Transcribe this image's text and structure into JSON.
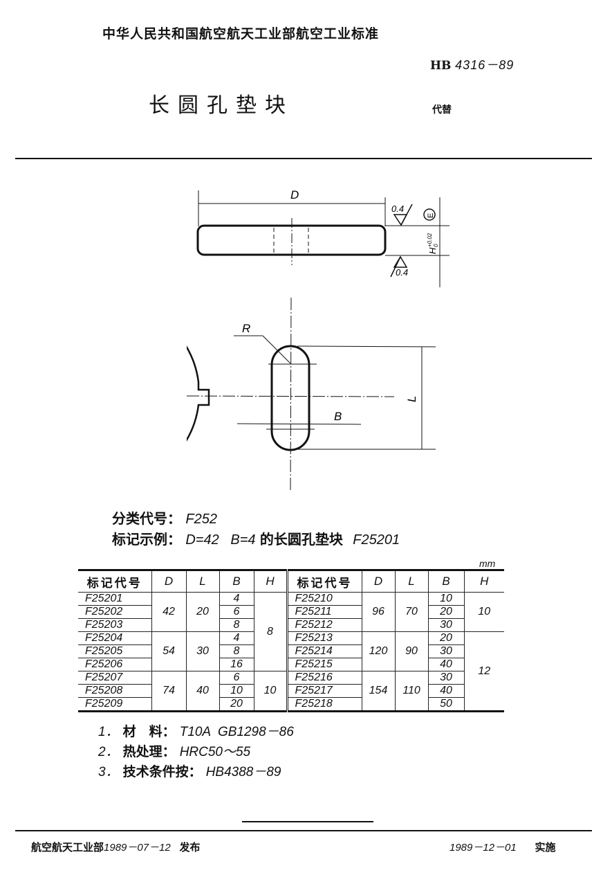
{
  "header": {
    "organization": "中华人民共和国航空航天工业部航空工业标准",
    "standard_prefix": "HB",
    "standard_number": "4316－89",
    "title": "长圆孔垫块",
    "replaces_label": "代替"
  },
  "drawing": {
    "side_view": {
      "dim_D": "D",
      "roughness_top": "0.4",
      "roughness_bottom": "0.4",
      "envelope_symbol": "E",
      "height_tolerance": "H",
      "tol_upper": "+0.02",
      "tol_lower": "0"
    },
    "top_view": {
      "label_R": "R",
      "label_B": "B",
      "label_L": "L"
    }
  },
  "info": {
    "classification_label": "分类代号：",
    "classification_code": "F252",
    "marking_label": "标记示例：",
    "marking_example_dims": "D=42   B=4",
    "marking_example_text": "的长圆孔垫块",
    "marking_example_code": "F25201"
  },
  "table": {
    "unit": "mm",
    "headers": [
      "标记代号",
      "D",
      "L",
      "B",
      "H"
    ],
    "left": [
      {
        "code": "F25201",
        "D": "42",
        "L": "20",
        "B": "4",
        "H": "8"
      },
      {
        "code": "F25202",
        "D": "42",
        "L": "20",
        "B": "6",
        "H": "8"
      },
      {
        "code": "F25203",
        "D": "42",
        "L": "20",
        "B": "8",
        "H": "8"
      },
      {
        "code": "F25204",
        "D": "54",
        "L": "30",
        "B": "4",
        "H": "8"
      },
      {
        "code": "F25205",
        "D": "54",
        "L": "30",
        "B": "8",
        "H": "8"
      },
      {
        "code": "F25206",
        "D": "54",
        "L": "30",
        "B": "16",
        "H": "8"
      },
      {
        "code": "F25207",
        "D": "74",
        "L": "40",
        "B": "6",
        "H": "10"
      },
      {
        "code": "F25208",
        "D": "74",
        "L": "40",
        "B": "10",
        "H": "10"
      },
      {
        "code": "F25209",
        "D": "74",
        "L": "40",
        "B": "20",
        "H": "10"
      }
    ],
    "right": [
      {
        "code": "F25210",
        "D": "96",
        "L": "70",
        "B": "10",
        "H": "10"
      },
      {
        "code": "F25211",
        "D": "96",
        "L": "70",
        "B": "20",
        "H": "10"
      },
      {
        "code": "F25212",
        "D": "96",
        "L": "70",
        "B": "30",
        "H": "10"
      },
      {
        "code": "F25213",
        "D": "120",
        "L": "90",
        "B": "20",
        "H": "12"
      },
      {
        "code": "F25214",
        "D": "120",
        "L": "90",
        "B": "30",
        "H": "12"
      },
      {
        "code": "F25215",
        "D": "120",
        "L": "90",
        "B": "40",
        "H": "12"
      },
      {
        "code": "F25216",
        "D": "154",
        "L": "110",
        "B": "30",
        "H": "12"
      },
      {
        "code": "F25217",
        "D": "154",
        "L": "110",
        "B": "40",
        "H": "12"
      },
      {
        "code": "F25218",
        "D": "154",
        "L": "110",
        "B": "50",
        "H": "12"
      }
    ]
  },
  "notes": [
    {
      "num": "1．",
      "label": "材　料：",
      "value": "T10A  GB1298－86"
    },
    {
      "num": "2．",
      "label": "热处理：",
      "value": "HRC50～55"
    },
    {
      "num": "3．",
      "label": "技术条件按：",
      "value": "HB4388－89"
    }
  ],
  "footer": {
    "issuer": "航空航天工业部",
    "issue_date": "1989－07－12",
    "issue_label": "发布",
    "effective_date": "1989－12－01",
    "effective_label": "实施"
  }
}
